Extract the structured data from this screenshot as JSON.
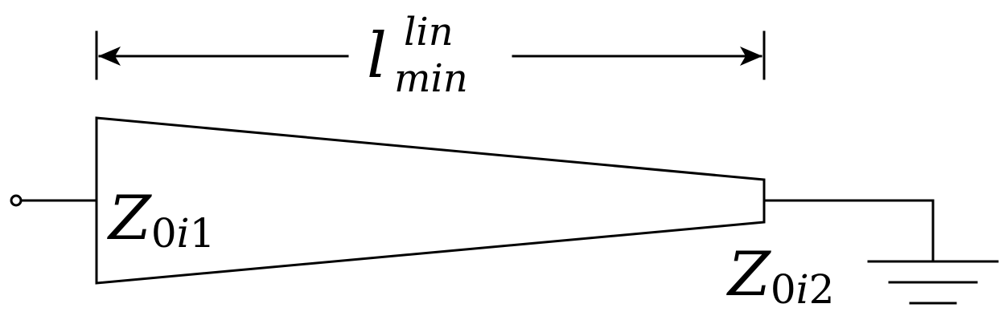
{
  "length_label": {
    "symbol": "l",
    "superscript": "lin",
    "subscript": "min"
  },
  "input_impedance": {
    "symbol": "Z",
    "subscript_number": "0",
    "subscript_italic": "i",
    "subscript_index": "1"
  },
  "output_impedance": {
    "symbol": "Z",
    "subscript_number": "0",
    "subscript_italic": "i",
    "subscript_index": "2"
  },
  "colors": {
    "stroke": "#000000",
    "background": "#ffffff"
  }
}
